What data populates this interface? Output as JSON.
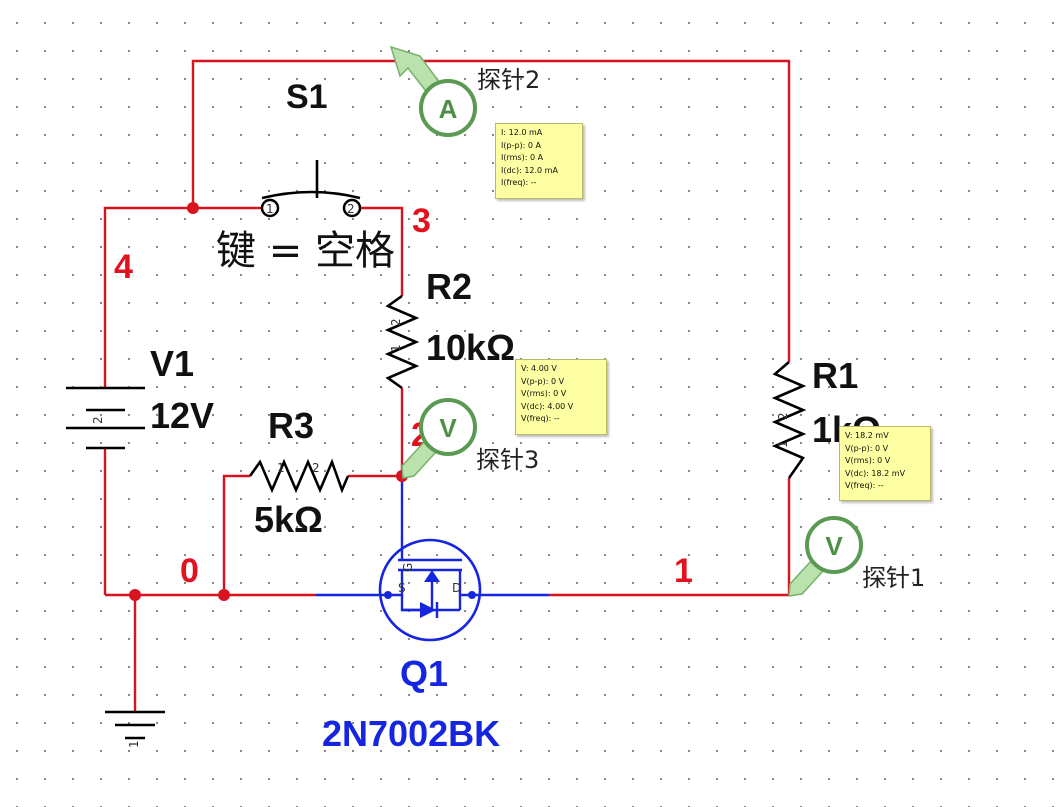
{
  "colors": {
    "wire": "#d8121e",
    "mosfet": "#1626e0",
    "probe": "#5a9a52",
    "tooltip": "#fefea2"
  },
  "switch": {
    "ref": "S1",
    "key_label": "键 = 空格"
  },
  "battery": {
    "ref": "V1",
    "value": "12V",
    "pin": "2"
  },
  "r1": {
    "ref": "R1",
    "value": "1kΩ",
    "pins": [
      "2",
      "1"
    ]
  },
  "r2": {
    "ref": "R2",
    "value": "10kΩ",
    "pins": [
      "2",
      "1"
    ]
  },
  "r3": {
    "ref": "R3",
    "value": "5kΩ",
    "pins": [
      "1",
      "2"
    ]
  },
  "mosfet": {
    "ref": "Q1",
    "model": "2N7002BK",
    "pins": {
      "gate": "G",
      "source": "S",
      "drain": "D"
    }
  },
  "ground": {
    "pin": "1"
  },
  "nets": {
    "n0": "0",
    "n1": "1",
    "n2": "2",
    "n3": "3",
    "n4": "4"
  },
  "probes": {
    "p1": {
      "letter": "V",
      "name": "探针1",
      "readings": [
        "V: 18.2 mV",
        "V(p-p): 0 V",
        "V(rms): 0 V",
        "V(dc): 18.2 mV",
        "V(freq): --"
      ]
    },
    "p2": {
      "letter": "A",
      "name": "探针2",
      "readings": [
        "I: 12.0 mA",
        "I(p-p): 0 A",
        "I(rms): 0 A",
        "I(dc): 12.0 mA",
        "I(freq): --"
      ]
    },
    "p3": {
      "letter": "V",
      "name": "探针3",
      "readings": [
        "V: 4.00 V",
        "V(p-p): 0 V",
        "V(rms): 0 V",
        "V(dc): 4.00 V",
        "V(freq): --"
      ]
    }
  }
}
